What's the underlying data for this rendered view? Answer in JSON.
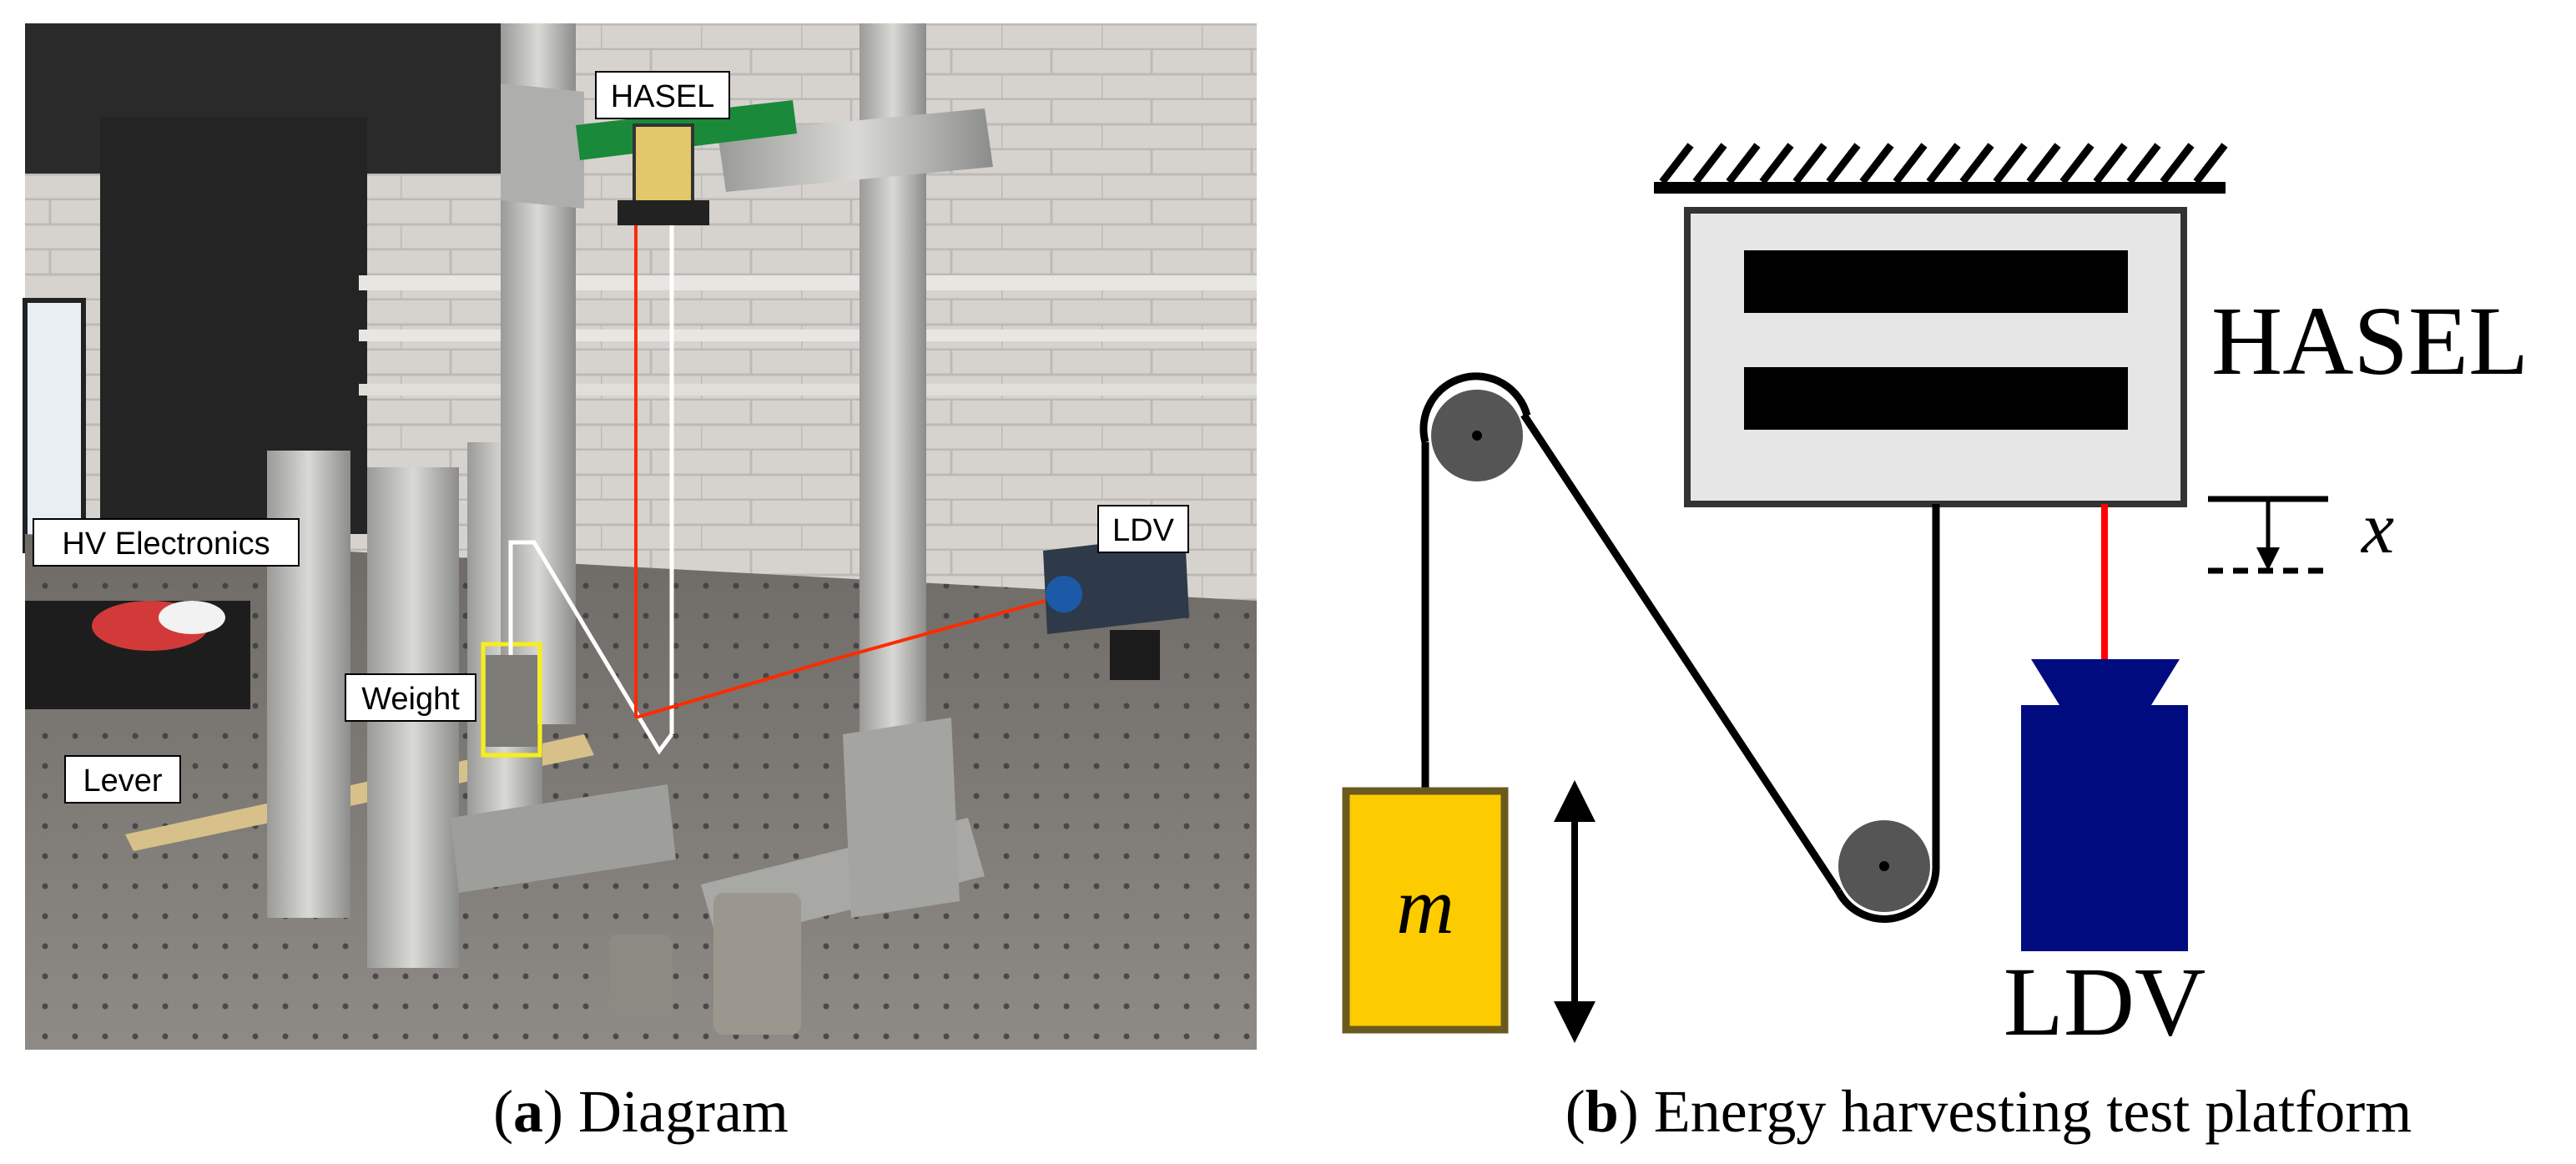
{
  "panel_a": {
    "labels": {
      "hasel": "HASEL",
      "ldv": "LDV",
      "hv_electronics": "HV Electronics",
      "weight": "Weight",
      "lever": "Lever"
    },
    "caption_letter": "a",
    "caption_text": "Diagram"
  },
  "panel_b": {
    "hasel_label": "HASEL",
    "ldv_label": "LDV",
    "mass_label": "m",
    "displacement_label": "x",
    "caption_letter": "b",
    "caption_text": "Energy harvesting test platform",
    "colors": {
      "mass_fill": "#FDCC00",
      "mass_stroke": "#6B5A1E",
      "ldv_fill": "#000B80",
      "laser": "#FF0000",
      "hasel_body": "#E6E6E6",
      "pulley": "#555555"
    }
  }
}
